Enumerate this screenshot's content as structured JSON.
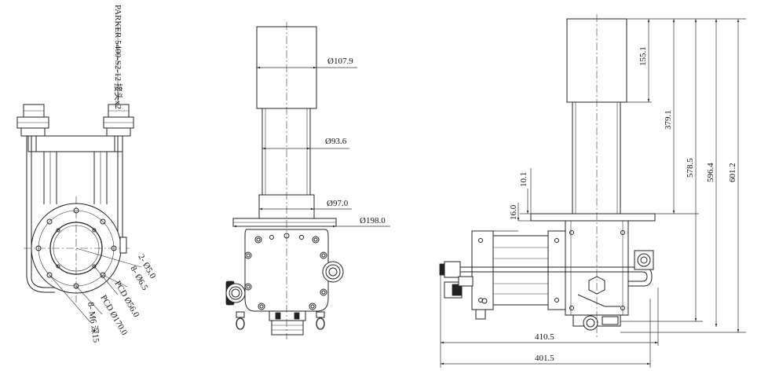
{
  "left_view": {
    "note": "PARKER 5400-S2-12 接头x2",
    "callouts": [
      "2- Ø5.0",
      "8- Ø6.5",
      "PCD Ø56.0",
      "PCD Ø170.0",
      "8- M6 深15"
    ]
  },
  "middle_view": {
    "dims": [
      "Ø107.9",
      "Ø93.6",
      "Ø97.0",
      "Ø198.0"
    ]
  },
  "right_view": {
    "vertical_dims": [
      "155.1",
      "379.1",
      "578.5",
      "596.4",
      "601.2"
    ],
    "side_dims": [
      "10.1",
      "16.0"
    ],
    "horizontal_dims": [
      "410.5",
      "401.5"
    ]
  }
}
